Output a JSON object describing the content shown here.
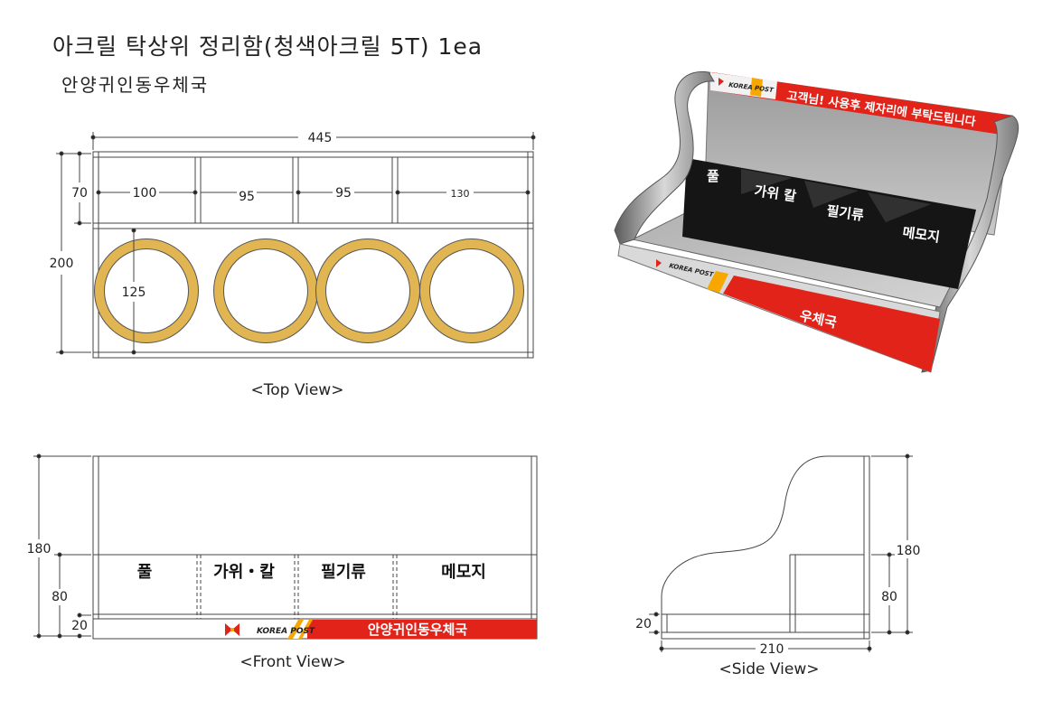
{
  "title": "아크릴 탁상위 정리함(청색아크릴 5T) 1ea",
  "subtitle": "안양귀인동우체국",
  "top_view": {
    "caption": "<Top View>",
    "width": "445",
    "depth_total": "200",
    "depth_front": "70",
    "compartments": [
      "100",
      "95",
      "95",
      "130"
    ],
    "circle_diameter": "125"
  },
  "front_view": {
    "caption": "<Front View>",
    "height_total": "180",
    "height_divider": "80",
    "height_base": "20",
    "labels": [
      "풀",
      "가위・칼",
      "필기류",
      "메모지"
    ],
    "brand": "KOREA POST",
    "office": "안양귀인동우체국"
  },
  "side_view": {
    "caption": "<Side View>",
    "height_total": "180",
    "height_divider": "80",
    "height_base": "20",
    "depth": "210"
  },
  "render": {
    "banner_top": "고객님! 사용후 제자리에 부탁드립니다",
    "labels": [
      "풀",
      "가위 칼",
      "필기류",
      "메모지"
    ],
    "brand": "KOREA POST",
    "front_text": "우체국"
  },
  "colors": {
    "ring": "#e0b552",
    "ring_edge": "#555555",
    "red": "#e2231a",
    "panel_dark": "#151515",
    "acrylic": "#b8b8b8"
  }
}
